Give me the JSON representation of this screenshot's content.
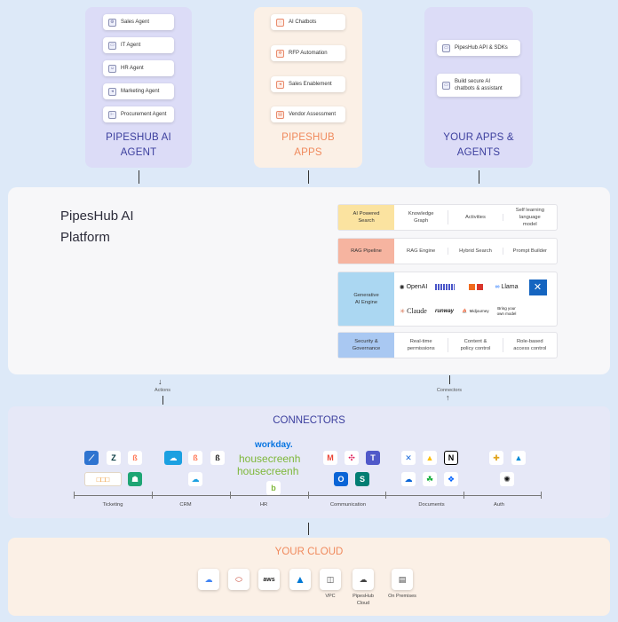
{
  "columns": {
    "agent": {
      "title_l1": "PIPESHUB AI",
      "title_l2": "AGENT",
      "items": [
        "Sales Agent",
        "IT Agent",
        "HR Agent",
        "Marketing Agent",
        "Procurement Agent"
      ]
    },
    "apps": {
      "title_l1": "PIPESHUB",
      "title_l2": "APPS",
      "items": [
        "AI Chatbots",
        "RFP Automation",
        "Sales Enablement",
        "Vendor Assessment"
      ]
    },
    "yours": {
      "title_l1": "YOUR APPS &",
      "title_l2": "AGENTS",
      "items": [
        "PipesHub API & SDKs",
        "Build secure AI",
        "chatbots & assistant"
      ]
    }
  },
  "platform": {
    "title_l1": "PipesHub AI",
    "title_l2": "Platform",
    "rows": [
      {
        "tag_l1": "AI Powered",
        "tag_l2": "Search",
        "color": "#fbe3a0",
        "cells": [
          [
            "Knowledge",
            "Graph"
          ],
          [
            "Activities"
          ],
          [
            "Self learning",
            "language",
            "model"
          ]
        ]
      },
      {
        "tag_l1": "RAG Pipeline",
        "tag_l2": "",
        "color": "#f6b4a0",
        "cells": [
          [
            "RAG Engine"
          ],
          [
            "Hybrid Search"
          ],
          [
            "Prompt Builder"
          ]
        ]
      },
      {
        "tag_l1": "Security &",
        "tag_l2": "Governance",
        "color": "#a9c8f2",
        "cells": [
          [
            "Real-time",
            "permissions"
          ],
          [
            "Content &",
            "policy control"
          ],
          [
            "Role-based",
            "access control"
          ]
        ]
      }
    ],
    "gen_ai": {
      "tag_l1": "Generative",
      "tag_l2": "AI Engine",
      "color": "#abd7f2",
      "llms": [
        "OpenAI",
        "Llama",
        "Claude",
        "runway",
        "Midjourney"
      ],
      "byom_l1": "Bring your",
      "byom_l2": "own model"
    }
  },
  "arrows": {
    "actions": "Actions",
    "connectors": "Connectors"
  },
  "connectors": {
    "title": "CONNECTORS",
    "categories": [
      "Ticketing",
      "CRM",
      "HR",
      "Communication",
      "Documents",
      "Auth"
    ],
    "hr_brand": "workday.",
    "hr_brand2": "housecreenh"
  },
  "cloud": {
    "title": "YOUR CLOUD",
    "items": [
      "",
      "",
      "aws",
      "",
      "VPC",
      "PipesHub",
      "Cloud",
      "On Premises"
    ]
  },
  "colors": {
    "indigo": "#3c3f9e",
    "orange": "#f08a5d",
    "lavender": "#dcdcf7",
    "peach": "#fbf0e6"
  }
}
